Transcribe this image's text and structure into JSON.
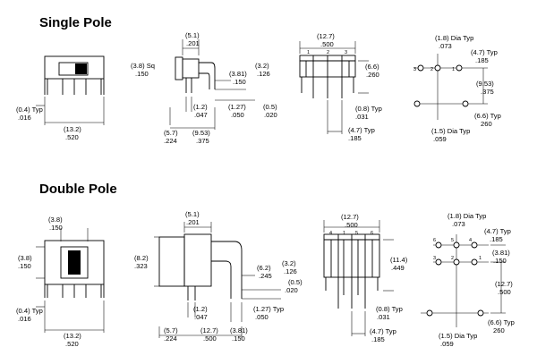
{
  "sections": {
    "single_pole": {
      "title": "Single Pole",
      "front_view": {
        "height": "(0.4) Typ",
        "height_in": ".016",
        "width": "(13.2)",
        "width_in": ".520"
      },
      "side_view": {
        "top": "(5.1)",
        "top_in": ".201",
        "square": "(3.8) Sq",
        "square_in": ".150",
        "r1": "(3.81)",
        "r1_in": ".150",
        "r2": "(3.2)",
        "r2_in": ".126",
        "r3": "(0.5)",
        "r3_in": ".020",
        "b1": "(1.2)",
        "b1_in": ".047",
        "b2": "(1.27)",
        "b2_in": ".050",
        "b3": "(5.7)",
        "b3_in": ".224",
        "b4": "(9.53)",
        "b4_in": ".375"
      },
      "end_view": {
        "top": "(12.7)",
        "top_in": ".500",
        "pins": [
          "1",
          "2",
          "3"
        ],
        "right": "(6.6)",
        "right_in": ".260",
        "b1": "(0.8) Typ",
        "b1_in": ".031",
        "b2": "(4.7) Typ",
        "b2_in": ".185"
      },
      "pcb_layout": {
        "hole": "(1.8) Dia Typ",
        "hole_in": ".073",
        "pitch": "(4.7) Typ",
        "pitch_in": ".185",
        "vert": "(9.53)",
        "vert_in": ".375",
        "mount": "(6.6) Typ",
        "mount_in": "260",
        "mount_hole": "(1.5) Dia Typ",
        "mount_hole_in": ".059",
        "pins": [
          "3",
          "2",
          "1"
        ]
      }
    },
    "double_pole": {
      "title": "Double Pole",
      "front_view": {
        "top": "(3.8)",
        "top_in": ".150",
        "left": "(3.8)",
        "left_in": ".150",
        "height": "(0.4) Typ",
        "height_in": ".016",
        "width": "(13.2)",
        "width_in": ".520"
      },
      "side_view": {
        "top": "(5.1)",
        "top_in": ".201",
        "left": "(8.2)",
        "left_in": ".323",
        "r1": "(6.2)",
        "r1_in": ".245",
        "r2": "(3.2)",
        "r2_in": ".126",
        "r3": "(0.5)",
        "r3_in": ".020",
        "b1": "(1.2)",
        "b1_in": ".047",
        "b2": "(1.27) Typ",
        "b2_in": ".050",
        "b3": "(5.7)",
        "b3_in": ".224",
        "b4": "(12.7)",
        "b4_in": ".500",
        "b5": "(3.81)",
        "b5_in": ".150"
      },
      "end_view": {
        "top": "(12.7)",
        "top_in": ".500",
        "pins": [
          "4",
          "1",
          "5",
          "6"
        ],
        "right": "(11.4)",
        "right_in": ".449",
        "b1": "(0.8) Typ",
        "b1_in": ".031",
        "b2": "(4.7) Typ",
        "b2_in": ".185"
      },
      "pcb_layout": {
        "hole": "(1.8) Dia Typ",
        "hole_in": ".073",
        "pitch": "(4.7) Typ",
        "pitch_in": ".185",
        "row": "(3.81)",
        "row_in": ".150",
        "vert": "(12.7)",
        "vert_in": ".500",
        "mount": "(6.6) Typ",
        "mount_in": "260",
        "mount_hole": "(1.5) Dia Typ",
        "mount_hole_in": ".059",
        "pins_top": [
          "6",
          "5",
          "4"
        ],
        "pins_bottom": [
          "3",
          "2",
          "1"
        ]
      }
    }
  }
}
